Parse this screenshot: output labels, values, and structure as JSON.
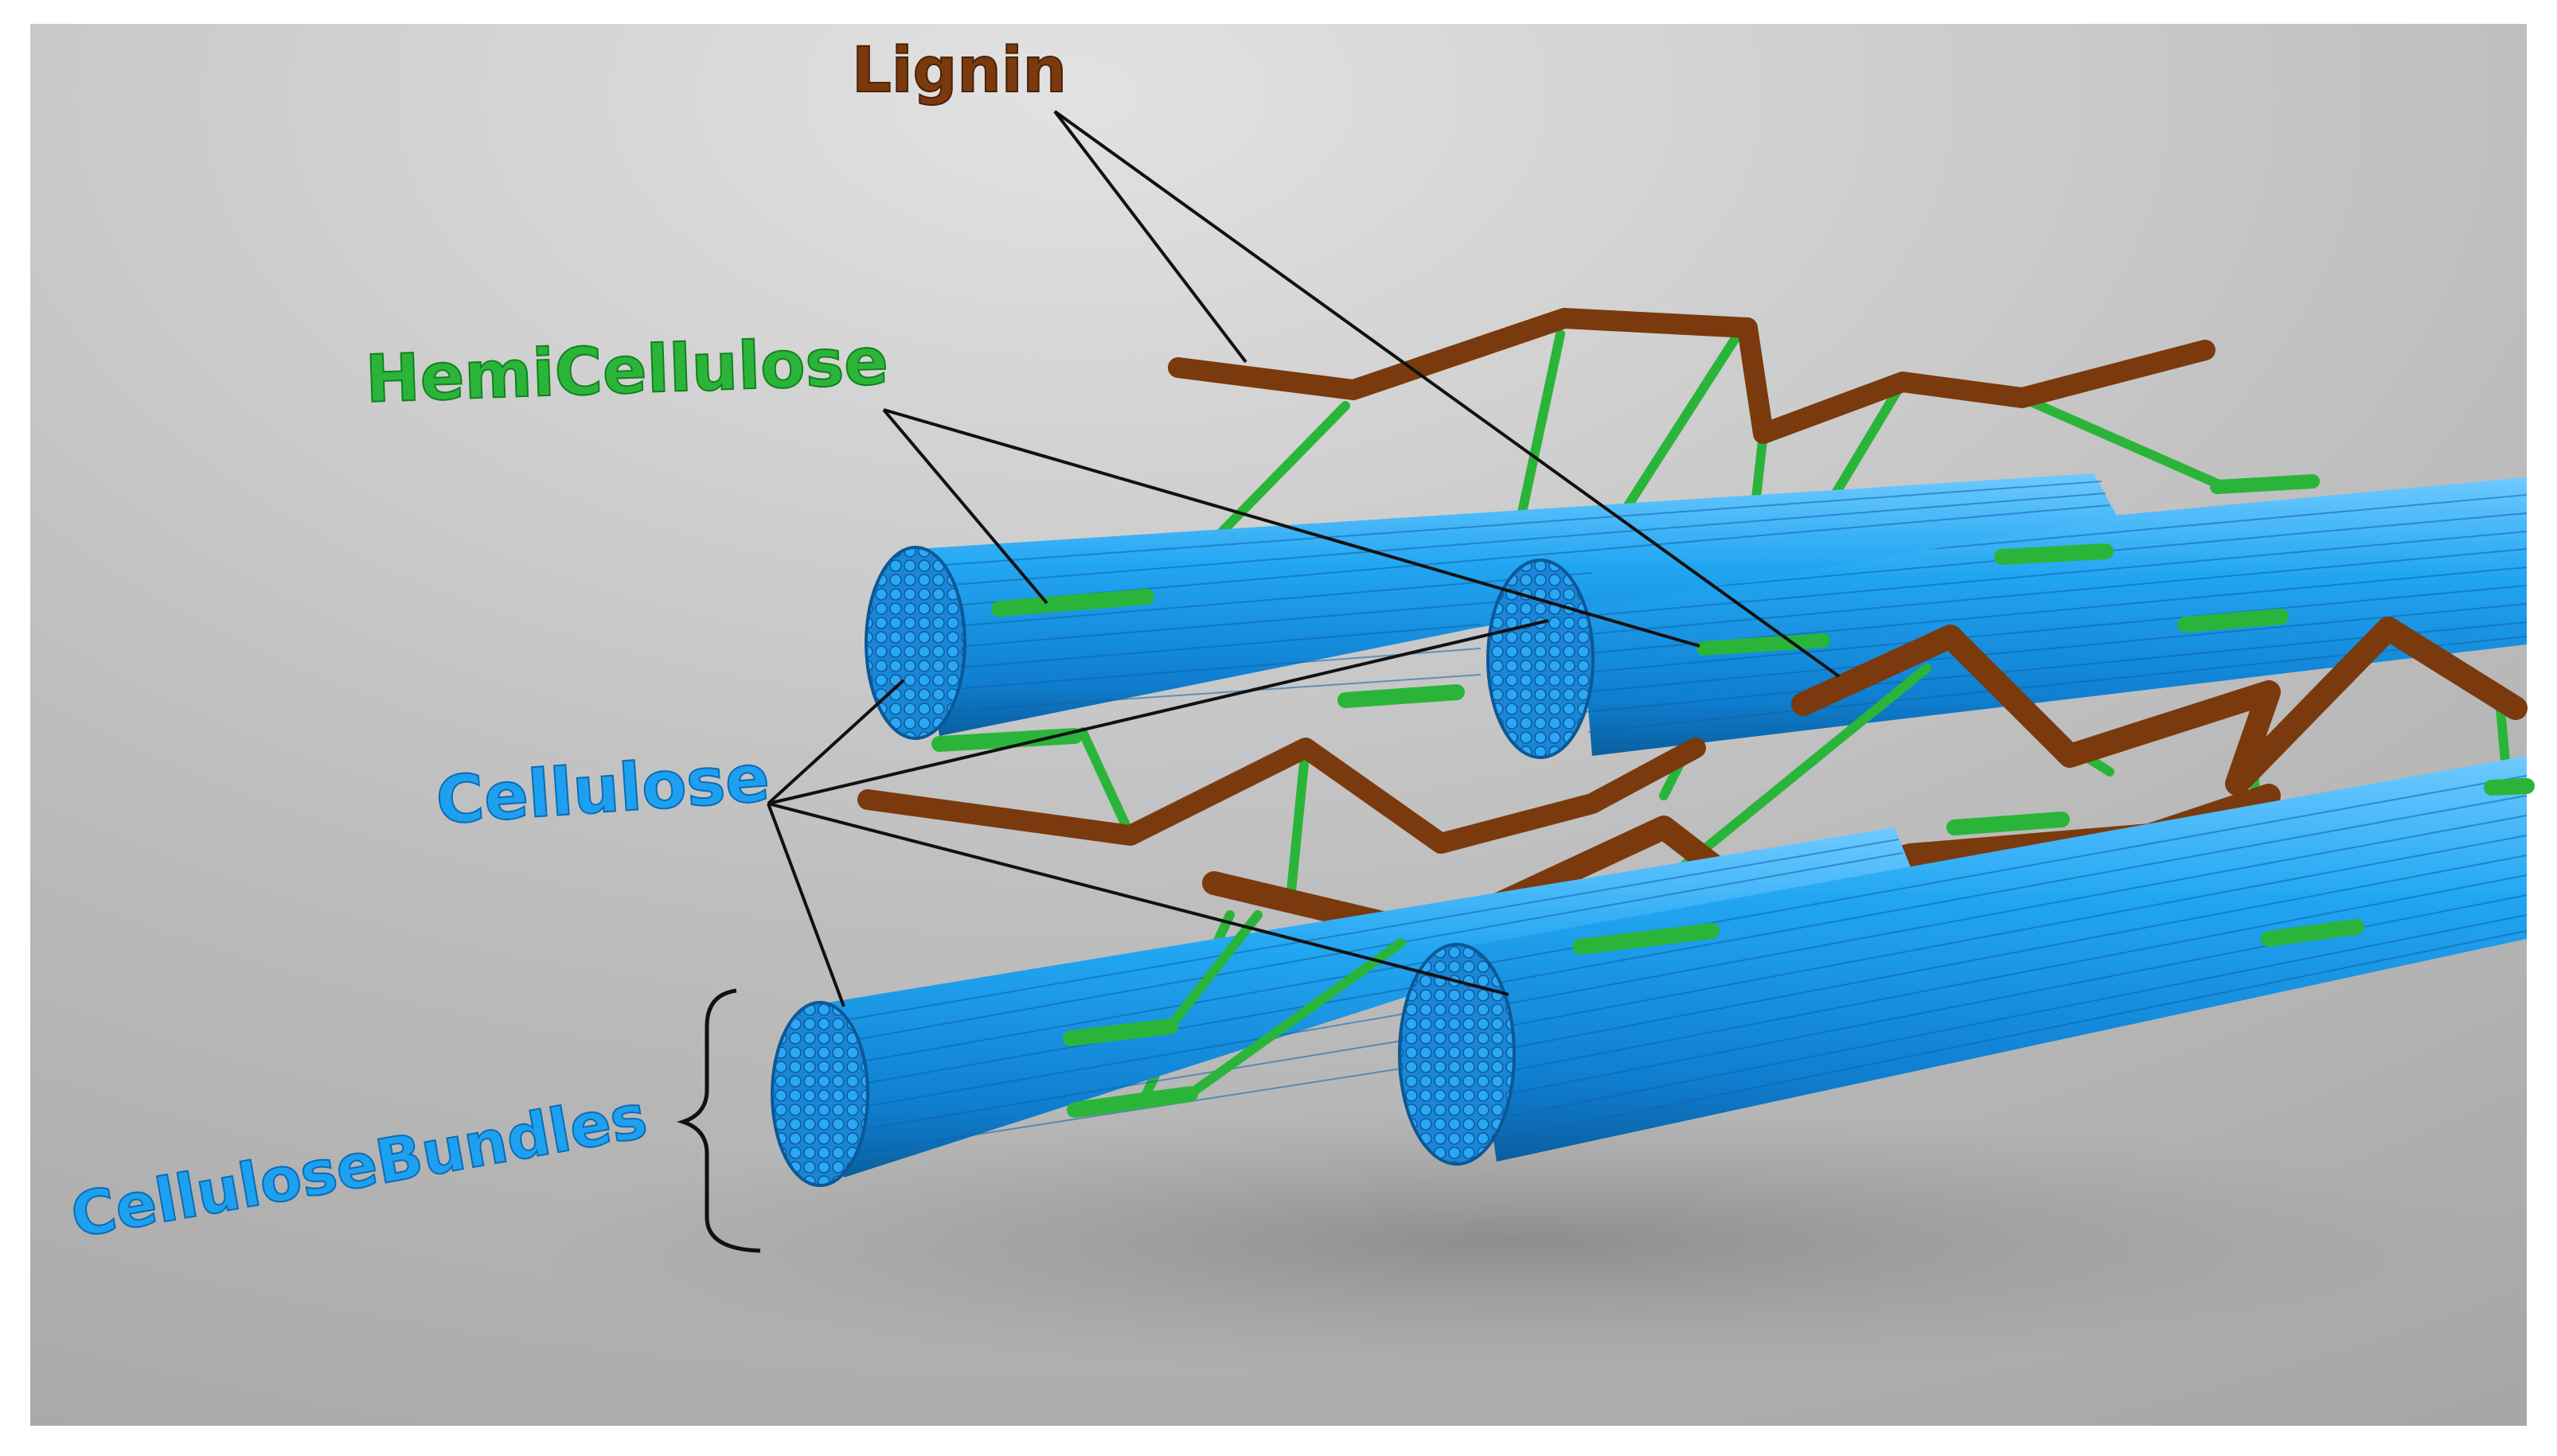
{
  "labels": {
    "lignin": "Lignin",
    "hemicellulose": "HemiCellulose",
    "cellulose": "Cellulose",
    "cellulose_bundles": "CelluloseBundles"
  },
  "colors": {
    "lignin": "#7a3a0d",
    "hemicellulose": "#2ab53a",
    "cellulose": "#1ea0f0",
    "cellulose_dark": "#0c6fb8",
    "background": "#bdbdbd"
  }
}
